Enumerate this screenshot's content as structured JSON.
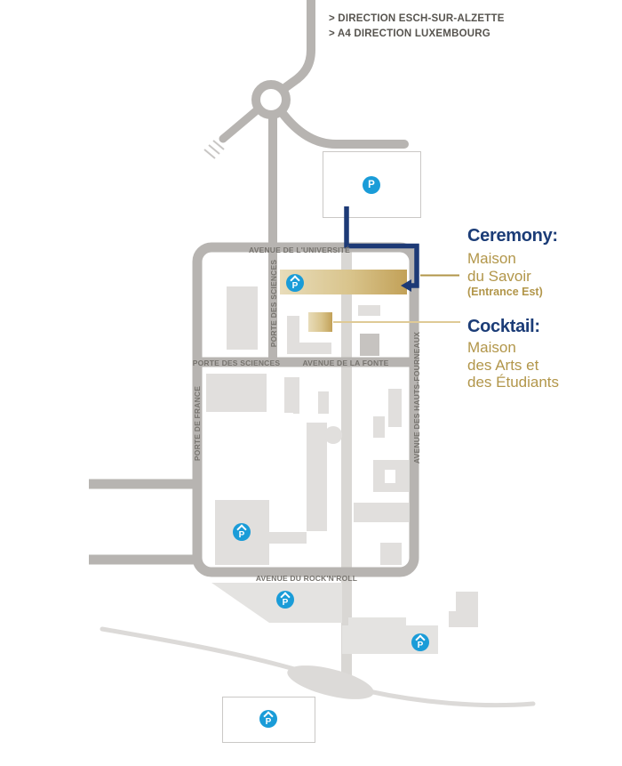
{
  "map": {
    "directions": [
      "> DIRECTION ESCH-SUR-ALZETTE",
      "> A4 DIRECTION LUXEMBOURG"
    ],
    "streets": {
      "universite": "AVENUE DE L'UNIVERSITÉ",
      "porte_sciences_vertical": "PORTE DES SCIENCES",
      "porte_sciences_horizontal": "PORTE DES SCIENCES",
      "fonte": "AVENUE DE LA FONTE",
      "porte_france": "PORTE DE FRANCE",
      "hauts_fourneaux": "AVENUE DES HAUTS-FOURNEAUX",
      "rocknroll": "AVENUE DU ROCK'N'ROLL"
    },
    "legend": {
      "ceremony_title": "Ceremony:",
      "ceremony_lines": [
        "Maison",
        "du Savoir"
      ],
      "ceremony_note": "(Entrance Est)",
      "cocktail_title": "Cocktail:",
      "cocktail_lines": [
        "Maison",
        "des Arts et",
        "des Étudiants"
      ]
    },
    "parking": {
      "label": "P",
      "count_total": 6,
      "count_covered": 5
    },
    "colors": {
      "navy_route": "#1d3a76",
      "legend_blue": "#1b3c77",
      "gold_text": "#b2964a",
      "gold_building_light": "#e8dcba",
      "gold_building_dark": "#c2a158",
      "gold_line_light": "#dfca96",
      "parking_blue": "#1a9cd8",
      "road_gray": "#b7b4b1",
      "road_light_gray": "#d9d7d4",
      "building_gray": "#e1dfdd",
      "building_dark_gray": "#c6c3c0",
      "label_gray": "#76736e",
      "direction_text_gray": "#57544f"
    }
  }
}
